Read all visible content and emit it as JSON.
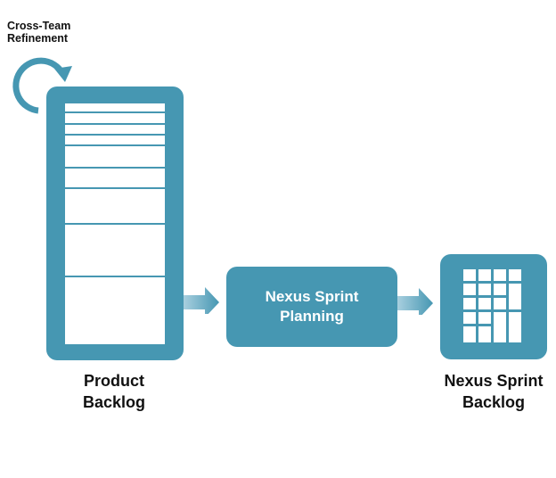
{
  "refinement": {
    "line1": "Cross-Team",
    "line2": "Refinement",
    "icon": "circular-arrow-icon"
  },
  "product_backlog": {
    "line1": "Product",
    "line2": "Backlog"
  },
  "sprint_planning": {
    "line1": "Nexus Sprint",
    "line2": "Planning"
  },
  "sprint_backlog": {
    "line1": "Nexus Sprint",
    "line2": "Backlog"
  },
  "colors": {
    "primary": "#4697b2",
    "arrow_light": "#a8cfdf",
    "arrow_dark": "#4697b2",
    "text": "#111111",
    "white": "#ffffff"
  }
}
